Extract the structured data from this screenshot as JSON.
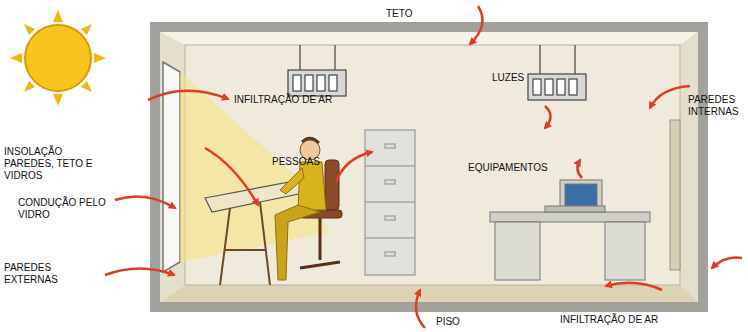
{
  "diagram": {
    "labels": [
      "TETO",
      "INFILTRAÇÃO DE AR",
      "LUZES",
      "PAREDES INTERNAS",
      "PESSOAS",
      "EQUIPAMENTOS",
      "INSOLAÇÃO PAREDES, TETO E VIDROS",
      "CONDUÇÃO PELO VIDRO",
      "PAREDES EXTERNAS",
      "PISO",
      "INFILTRAÇÃO DE AR"
    ]
  }
}
